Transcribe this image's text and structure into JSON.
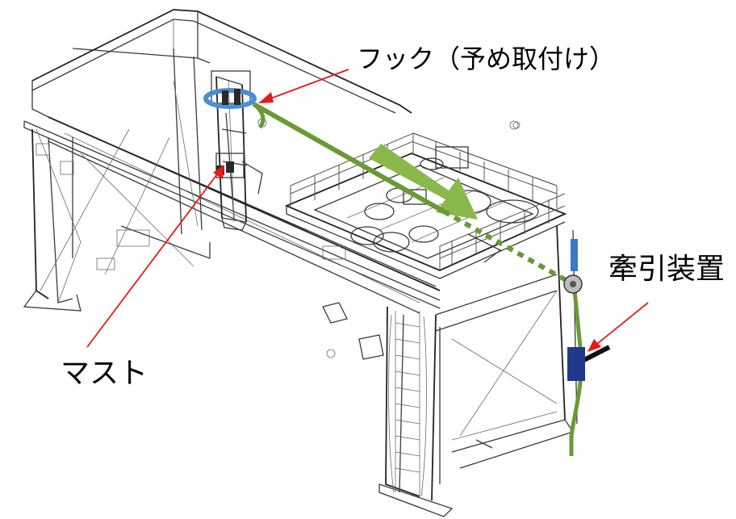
{
  "labels": {
    "hook": "フック（予め取付け）",
    "traction_device": "牽引装置",
    "mast": "マスト"
  },
  "colors": {
    "callout_arrow": "#e8191b",
    "cable": "#6a9a35",
    "move_arrow": "#8bb84a",
    "hook_ring": "#4a8fd0",
    "traction_device": "#1f3a8c",
    "ladder_blue": "#3a78c8",
    "structure_line": "#3a3a3a"
  },
  "icons": {
    "hook": "hook-ring-icon",
    "pulley": "pulley-icon",
    "traction_device": "traction-device-icon"
  }
}
